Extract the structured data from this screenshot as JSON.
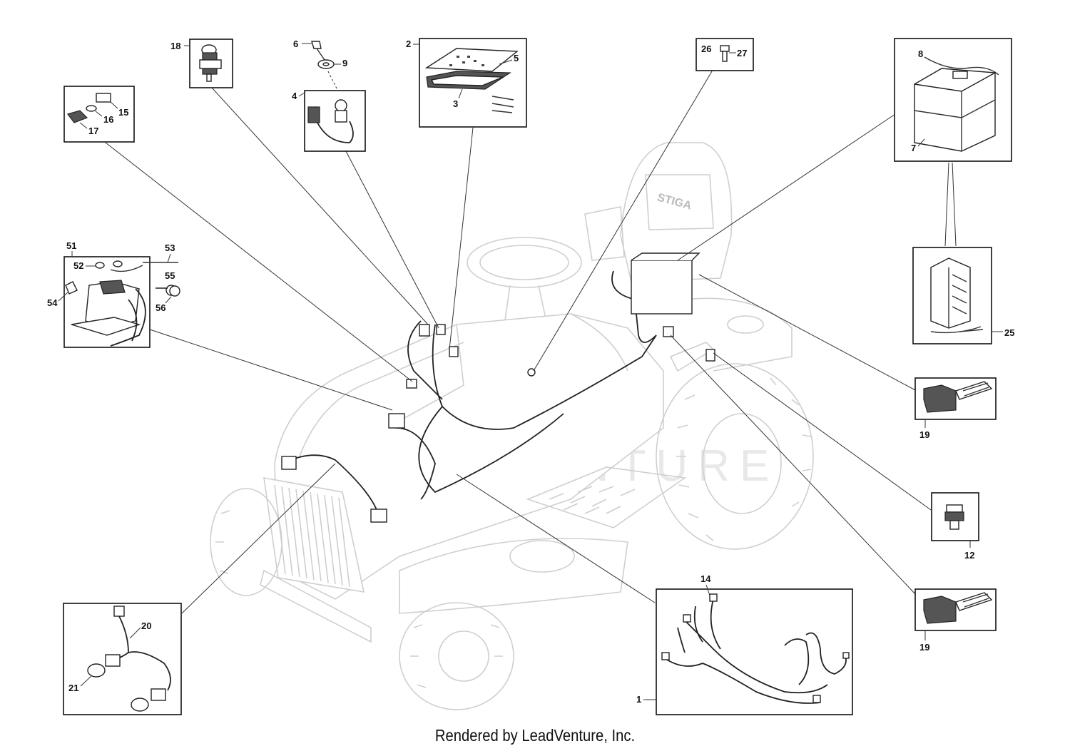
{
  "footer": {
    "credit": "Rendered by LeadVenture, Inc."
  },
  "watermark": {
    "text": "LEADVENTURE"
  },
  "seat_logo": {
    "text": "STIGA"
  },
  "callouts": {
    "c1": "1",
    "c2": "2",
    "c3": "3",
    "c4": "4",
    "c5": "5",
    "c6": "6",
    "c7": "7",
    "c8": "8",
    "c9": "9",
    "c12": "12",
    "c14": "14",
    "c15": "15",
    "c16": "16",
    "c17": "17",
    "c18": "18",
    "c19a": "19",
    "c19b": "19",
    "c20": "20",
    "c21": "21",
    "c25": "25",
    "c26": "26",
    "c27": "27",
    "c51": "51",
    "c52": "52",
    "c53": "53",
    "c54": "54",
    "c55": "55",
    "c56": "56"
  }
}
